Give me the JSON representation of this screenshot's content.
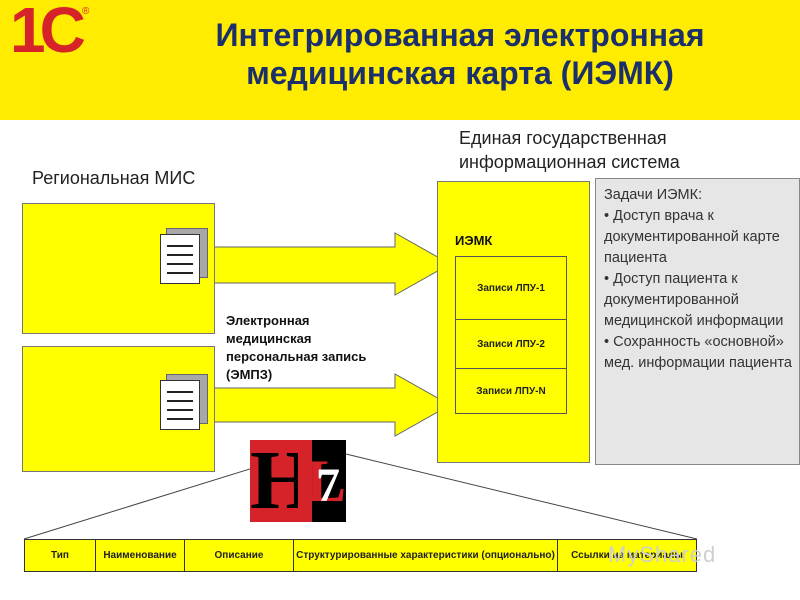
{
  "header": {
    "logo_text": "1С",
    "logo_reg": "®",
    "title_line1": "Интегрированная электронная",
    "title_line2": "медицинская карта (ИЭМК)",
    "bg_color": "#ffec00",
    "title_color": "#1b2f6b",
    "logo_color": "#d6232a"
  },
  "labels": {
    "regional_mis": "Региональная МИС",
    "egis_line1": "Единая государственная",
    "egis_line2": "информационная система",
    "iemk": "ИЭМК",
    "emr_line1": "Электронная",
    "emr_line2": "медицинская",
    "emr_line3": "персональная запись",
    "emr_line4": "(ЭМПЗ)"
  },
  "records": [
    "Записи ЛПУ-1",
    "Записи ЛПУ-2",
    "Записи ЛПУ-N"
  ],
  "tasks": {
    "title": "Задачи ИЭМК:",
    "items": [
      "• Доступ врача к документированной карте пациента",
      "• Доступ пациента к документированной медицинской информации",
      "• Сохранность «основной» мед. информации пациента"
    ]
  },
  "hl7_logo": {
    "h": "H",
    "l": "L",
    "seven": "7"
  },
  "table": {
    "cells": [
      "Тип",
      "Наименование",
      "Описание",
      "Структурированные характеристики (опционально)",
      "Ссылки на материалы"
    ]
  },
  "watermark": "MyShared",
  "colors": {
    "yellow": "#ffff00",
    "panel_grey": "#e6e6e6",
    "red": "#d6232a"
  }
}
